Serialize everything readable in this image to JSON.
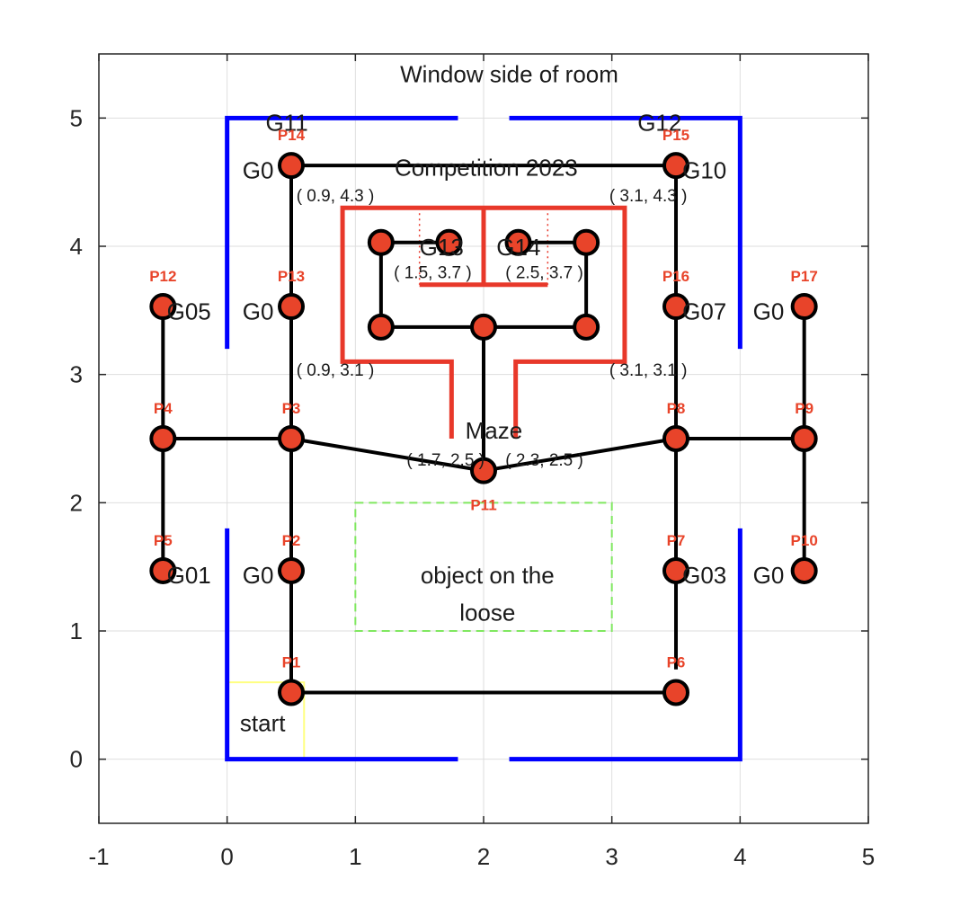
{
  "chart_data": {
    "type": "scatter",
    "xlim": [
      -1,
      5
    ],
    "ylim": [
      -0.5,
      5.5
    ],
    "x_ticks": [
      "-1",
      "0",
      "1",
      "2",
      "3",
      "4",
      "5"
    ],
    "y_ticks": [
      "0",
      "1",
      "2",
      "3",
      "4",
      "5"
    ],
    "grid": true,
    "colors": {
      "wall": "#0000ff",
      "maze": "#e8382a",
      "path": "#000000",
      "node": "#e8442a",
      "start": "#ffff80",
      "object": "#80e860"
    },
    "walls": [
      [
        [
          1.8,
          5
        ],
        [
          0,
          5
        ],
        [
          0,
          3.2
        ]
      ],
      [
        [
          2.2,
          5
        ],
        [
          4,
          5
        ],
        [
          4,
          3.2
        ]
      ],
      [
        [
          0,
          1.8
        ],
        [
          0,
          0
        ],
        [
          1.8,
          0
        ]
      ],
      [
        [
          2.2,
          0
        ],
        [
          4,
          0
        ],
        [
          4,
          1.8
        ]
      ]
    ],
    "maze_lines": [
      [
        [
          1.75,
          2.5
        ],
        [
          1.75,
          3.1
        ],
        [
          0.9,
          3.1
        ],
        [
          0.9,
          4.3
        ],
        [
          3.1,
          4.3
        ],
        [
          3.1,
          3.1
        ],
        [
          2.25,
          3.1
        ],
        [
          2.25,
          2.5
        ]
      ],
      [
        [
          2.0,
          4.3
        ],
        [
          2.0,
          3.7
        ]
      ],
      [
        [
          1.5,
          3.7
        ],
        [
          2.5,
          3.7
        ]
      ]
    ],
    "maze_dotted": [
      [
        [
          1.5,
          4.3
        ],
        [
          1.5,
          3.7
        ]
      ],
      [
        [
          2.5,
          4.3
        ],
        [
          2.5,
          3.7
        ]
      ]
    ],
    "start_zone": {
      "x": [
        0,
        0.6
      ],
      "y": [
        0,
        0.6
      ]
    },
    "object_zone": {
      "x": [
        1,
        3
      ],
      "y": [
        1,
        2
      ]
    },
    "points": [
      {
        "id": "P1",
        "x": 0.5,
        "y": 0.52
      },
      {
        "id": "P2",
        "x": 0.5,
        "y": 1.47
      },
      {
        "id": "P3",
        "x": 0.5,
        "y": 2.5
      },
      {
        "id": "P4",
        "x": -0.5,
        "y": 2.5
      },
      {
        "id": "P5",
        "x": -0.5,
        "y": 1.47
      },
      {
        "id": "P6",
        "x": 3.5,
        "y": 0.52
      },
      {
        "id": "P7",
        "x": 3.5,
        "y": 1.47
      },
      {
        "id": "P8",
        "x": 3.5,
        "y": 2.5
      },
      {
        "id": "P9",
        "x": 4.5,
        "y": 2.5
      },
      {
        "id": "P10",
        "x": 4.5,
        "y": 1.47
      },
      {
        "id": "P11",
        "x": 2.0,
        "y": 2.25
      },
      {
        "id": "P12",
        "x": -0.5,
        "y": 3.53
      },
      {
        "id": "P13",
        "x": 0.5,
        "y": 3.53
      },
      {
        "id": "P14",
        "x": 0.5,
        "y": 4.63
      },
      {
        "id": "P15",
        "x": 3.5,
        "y": 4.63
      },
      {
        "id": "P16",
        "x": 3.5,
        "y": 3.53
      },
      {
        "id": "P17",
        "x": 4.5,
        "y": 3.53
      }
    ],
    "extra_nodes": [
      {
        "x": 1.2,
        "y": 4.03
      },
      {
        "x": 1.73,
        "y": 4.03
      },
      {
        "x": 2.27,
        "y": 4.03
      },
      {
        "x": 2.8,
        "y": 4.03
      },
      {
        "x": 1.2,
        "y": 3.37
      },
      {
        "x": 2.0,
        "y": 3.37
      },
      {
        "x": 2.8,
        "y": 3.37
      }
    ],
    "paths": [
      [
        [
          0.5,
          0.52
        ],
        [
          3.5,
          0.52
        ]
      ],
      [
        [
          0.5,
          0.52
        ],
        [
          0.5,
          1.47
        ],
        [
          0.5,
          2.5
        ],
        [
          0.5,
          3.53
        ],
        [
          0.5,
          4.63
        ],
        [
          3.5,
          4.63
        ]
      ],
      [
        [
          -0.5,
          1.47
        ],
        [
          -0.5,
          2.5
        ],
        [
          -0.5,
          3.53
        ]
      ],
      [
        [
          -0.5,
          2.5
        ],
        [
          0.5,
          2.5
        ],
        [
          2.0,
          2.25
        ],
        [
          3.5,
          2.5
        ],
        [
          4.5,
          2.5
        ]
      ],
      [
        [
          4.5,
          1.47
        ],
        [
          4.5,
          2.5
        ],
        [
          4.5,
          3.53
        ]
      ],
      [
        [
          3.5,
          0.7
        ],
        [
          3.5,
          1.47
        ],
        [
          3.5,
          2.5
        ],
        [
          3.5,
          3.53
        ],
        [
          3.5,
          4.63
        ]
      ],
      [
        [
          2.0,
          2.25
        ],
        [
          2.0,
          3.37
        ]
      ],
      [
        [
          1.2,
          3.37
        ],
        [
          2.8,
          3.37
        ]
      ],
      [
        [
          1.2,
          3.37
        ],
        [
          1.2,
          4.03
        ],
        [
          1.73,
          4.03
        ]
      ],
      [
        [
          2.27,
          4.03
        ],
        [
          2.8,
          4.03
        ],
        [
          2.8,
          3.37
        ]
      ]
    ],
    "annotations": [
      {
        "text": "Window side of room",
        "x": 2.2,
        "y": 5.28,
        "cls": "lbl",
        "anchor": "middle"
      },
      {
        "text": "Competition 2023",
        "x": 2.02,
        "y": 4.55,
        "cls": "lbl",
        "anchor": "middle"
      },
      {
        "text": "G11",
        "x": 0.3,
        "y": 4.9,
        "cls": "lbl",
        "anchor": "start"
      },
      {
        "text": "G12",
        "x": 3.2,
        "y": 4.9,
        "cls": "lbl",
        "anchor": "start"
      },
      {
        "text": "G0",
        "x": 0.12,
        "y": 4.53,
        "cls": "lbl",
        "anchor": "start"
      },
      {
        "text": "G10",
        "x": 3.55,
        "y": 4.53,
        "cls": "lbl",
        "anchor": "start"
      },
      {
        "text": "G05",
        "x": -0.47,
        "y": 3.43,
        "cls": "lbl",
        "anchor": "start"
      },
      {
        "text": "G0",
        "x": 0.12,
        "y": 3.43,
        "cls": "lbl",
        "anchor": "start"
      },
      {
        "text": "G07",
        "x": 3.55,
        "y": 3.43,
        "cls": "lbl",
        "anchor": "start"
      },
      {
        "text": "G0",
        "x": 4.1,
        "y": 3.43,
        "cls": "lbl",
        "anchor": "start"
      },
      {
        "text": "G13",
        "x": 1.5,
        "y": 3.93,
        "cls": "lbl",
        "anchor": "start"
      },
      {
        "text": "G14",
        "x": 2.1,
        "y": 3.93,
        "cls": "lbl",
        "anchor": "start"
      },
      {
        "text": "G01",
        "x": -0.47,
        "y": 1.37,
        "cls": "lbl",
        "anchor": "start"
      },
      {
        "text": "G0",
        "x": 0.12,
        "y": 1.37,
        "cls": "lbl",
        "anchor": "start"
      },
      {
        "text": "G03",
        "x": 3.55,
        "y": 1.37,
        "cls": "lbl",
        "anchor": "start"
      },
      {
        "text": "G0",
        "x": 4.1,
        "y": 1.37,
        "cls": "lbl",
        "anchor": "start"
      },
      {
        "text": "Maze",
        "x": 2.08,
        "y": 2.5,
        "cls": "lbl",
        "anchor": "middle"
      },
      {
        "text": "object on the",
        "x": 2.03,
        "y": 1.37,
        "cls": "lbl",
        "anchor": "middle"
      },
      {
        "text": "loose",
        "x": 2.03,
        "y": 1.08,
        "cls": "lbl",
        "anchor": "middle"
      },
      {
        "text": "start",
        "x": 0.1,
        "y": 0.22,
        "cls": "lbl",
        "anchor": "start"
      },
      {
        "text": "( 0.9, 4.3 )",
        "x": 0.54,
        "y": 4.35,
        "cls": "coord",
        "anchor": "start"
      },
      {
        "text": "( 3.1, 4.3 )",
        "x": 2.98,
        "y": 4.35,
        "cls": "coord",
        "anchor": "start"
      },
      {
        "text": "( 1.5, 3.7 )",
        "x": 1.3,
        "y": 3.75,
        "cls": "coord",
        "anchor": "start"
      },
      {
        "text": "( 2.5, 3.7 )",
        "x": 2.17,
        "y": 3.75,
        "cls": "coord",
        "anchor": "start"
      },
      {
        "text": "( 0.9, 3.1 )",
        "x": 0.54,
        "y": 2.99,
        "cls": "coord",
        "anchor": "start"
      },
      {
        "text": "( 3.1, 3.1 )",
        "x": 2.98,
        "y": 2.99,
        "cls": "coord",
        "anchor": "start"
      },
      {
        "text": "( 1.7, 2.5 )",
        "x": 1.4,
        "y": 2.29,
        "cls": "coord",
        "anchor": "start"
      },
      {
        "text": "( 2.3, 2.5 )",
        "x": 2.17,
        "y": 2.29,
        "cls": "coord",
        "anchor": "start"
      }
    ]
  }
}
